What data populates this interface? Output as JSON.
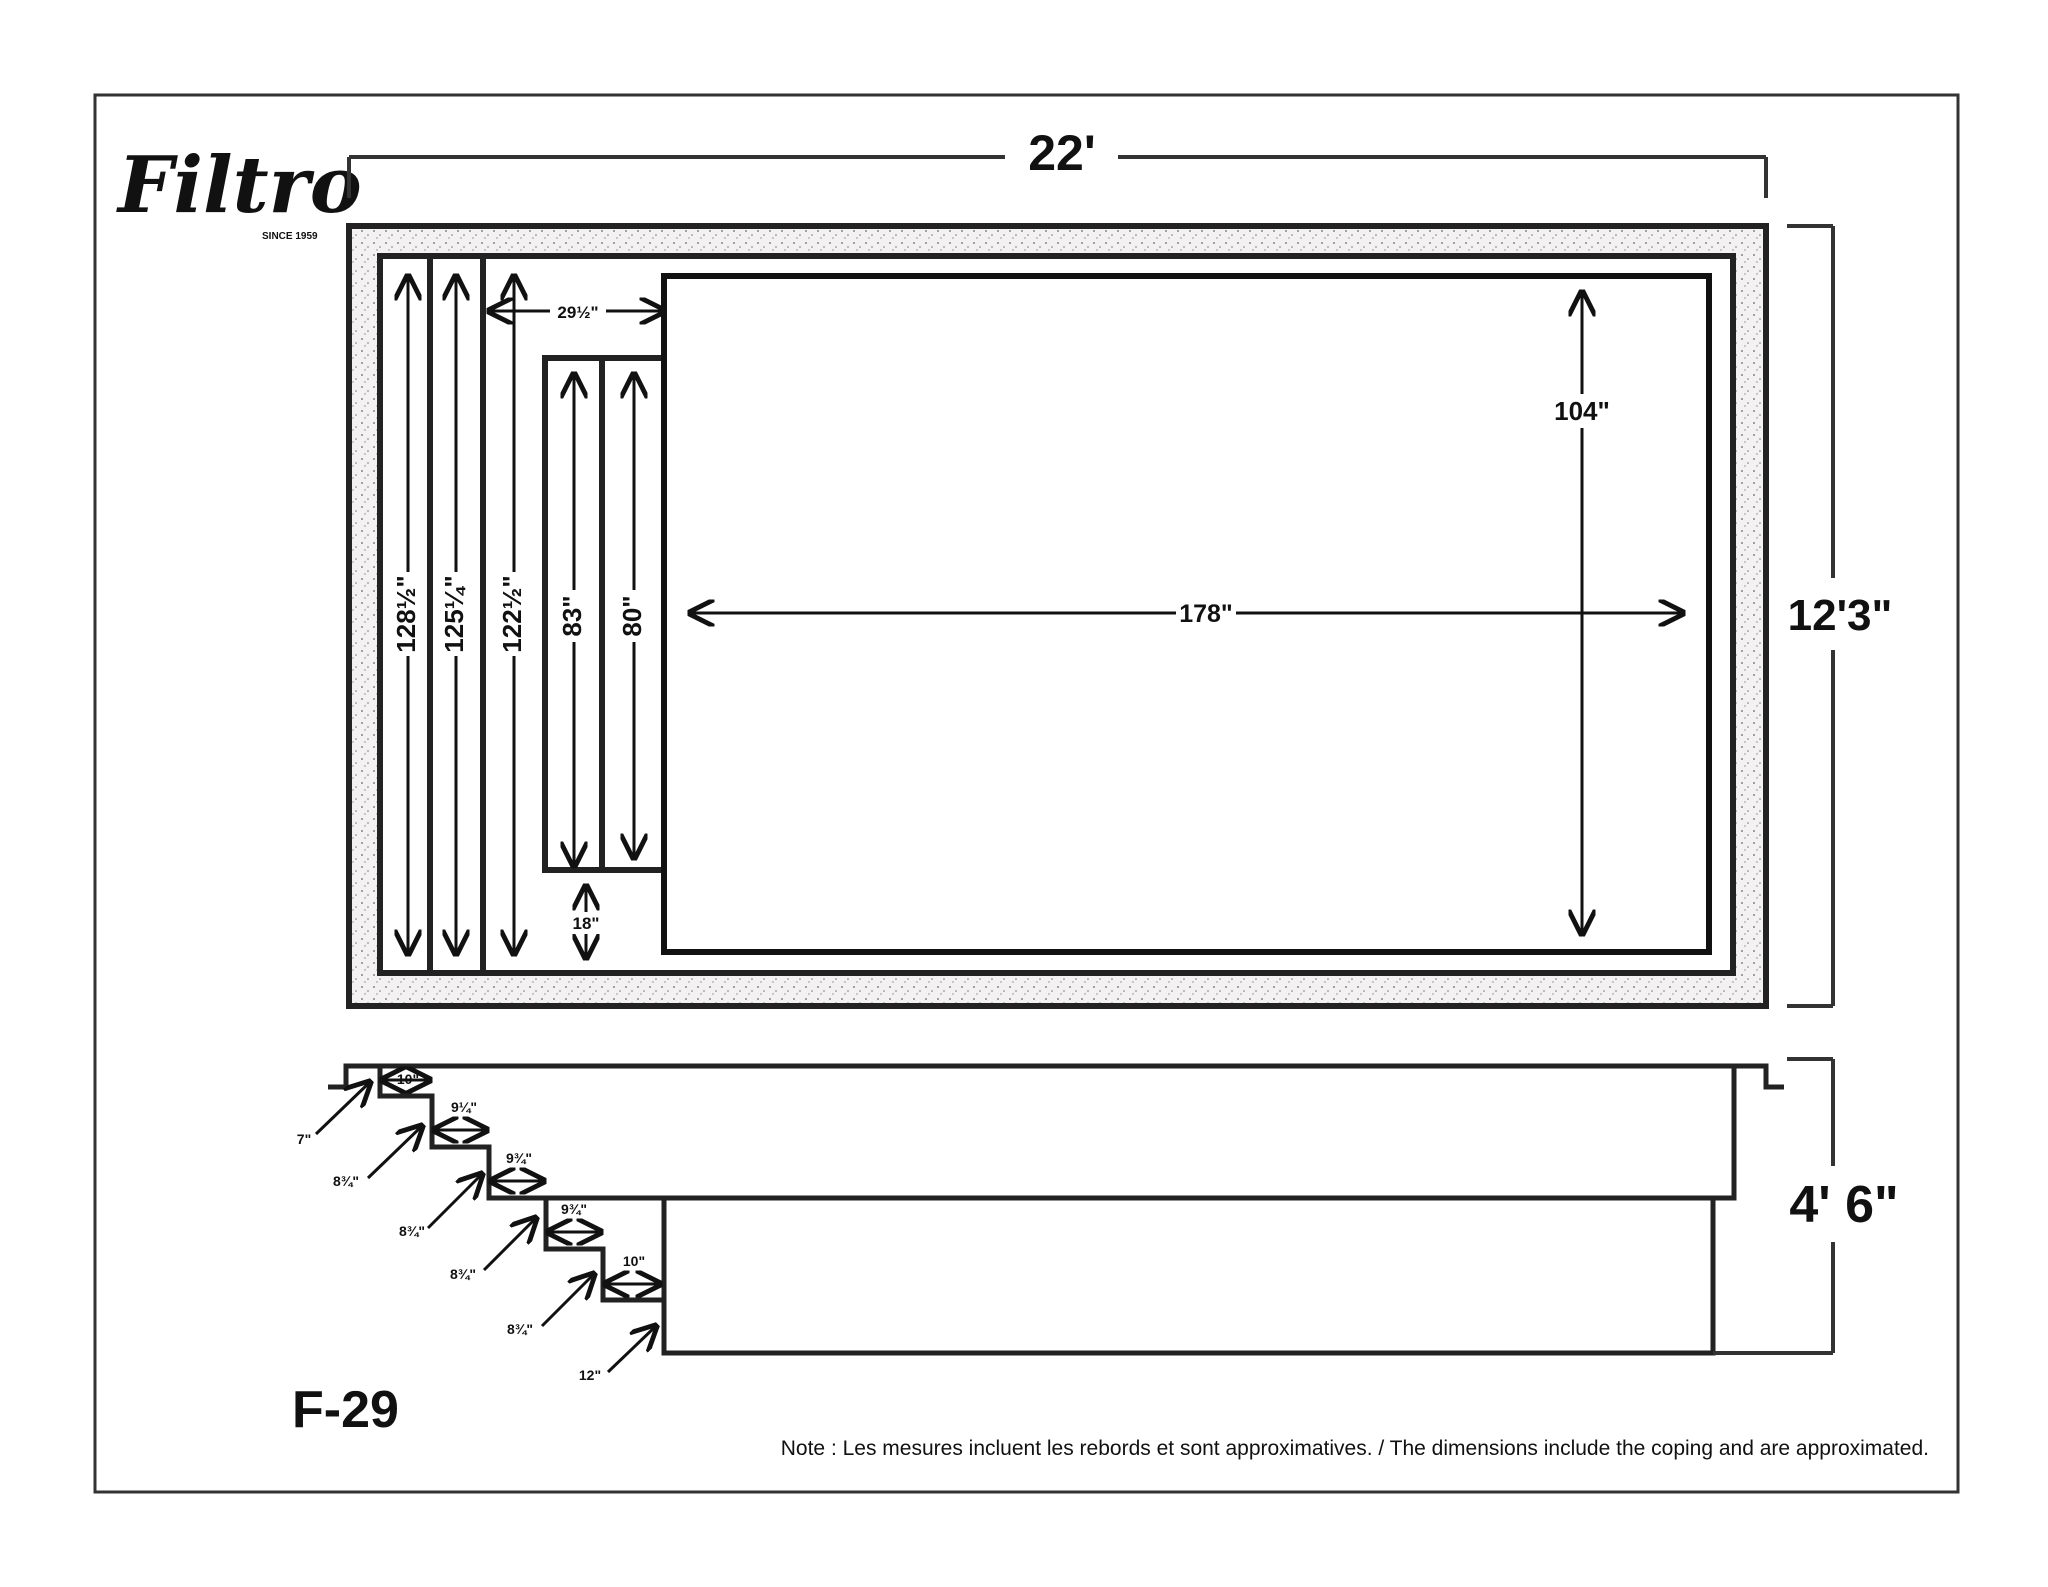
{
  "brand": {
    "logo_text": "Filtro",
    "since": "SINCE 1959"
  },
  "model": "F-29",
  "note": "Note : Les mesures incluent les rebords et sont approximatives. / The dimensions include the coping and are approximated.",
  "plan_view": {
    "overall_length": "22'",
    "overall_width": "12'3\"",
    "dims": {
      "d1": "128½\"",
      "d2": "125¼\"",
      "d3": "122½\"",
      "bench_offset": "29½\"",
      "bench1": "83\"",
      "bench2": "80\"",
      "bench_gap": "18\"",
      "main_length": "178\"",
      "main_width": "104\""
    }
  },
  "section_view": {
    "depth": "4' 6\"",
    "treads": [
      "10\"",
      "9¼\"",
      "9¾\"",
      "9¾\"",
      "10\""
    ],
    "risers": [
      "7\"",
      "8¾\"",
      "8¾\"",
      "8¾\"",
      "8¾\"",
      "12\""
    ]
  },
  "colors": {
    "line": "#111111",
    "frame": "#333333",
    "coping_fill": "#efecec",
    "background": "#ffffff"
  }
}
